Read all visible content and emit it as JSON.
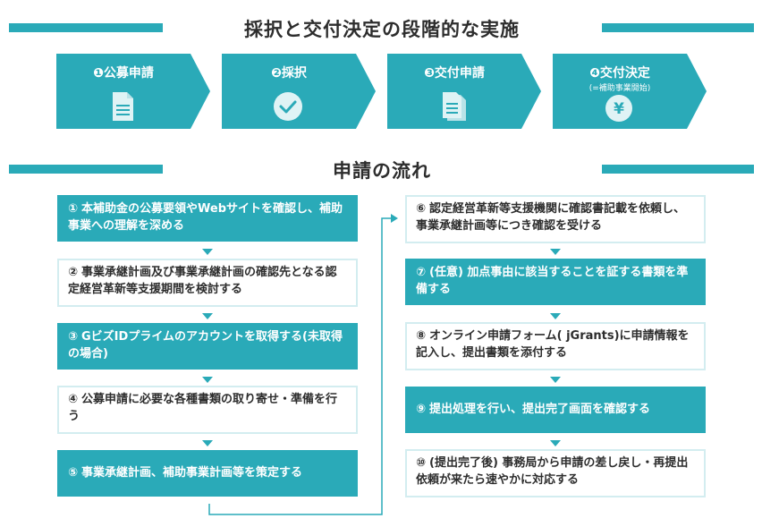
{
  "section1": {
    "title": "採択と交付決定の段階的な実施"
  },
  "steps": [
    {
      "label": "❶公募申請",
      "sub": "",
      "icon": "document-icon"
    },
    {
      "label": "❷採択",
      "sub": "",
      "icon": "check-circle-icon"
    },
    {
      "label": "❸交付申請",
      "sub": "",
      "icon": "documents-stack-icon"
    },
    {
      "label": "❹交付決定",
      "sub": "(=補助事業開始)",
      "icon": "yen-coin-icon"
    }
  ],
  "section2": {
    "title": "申請の流れ"
  },
  "flow_left": [
    {
      "num": "①",
      "text": "本補助金の公募要領やWebサイトを確認し、補助事業への理解を深める",
      "style": "filled"
    },
    {
      "num": "②",
      "text": "事業承継計画及び事業承継計画の確認先となる認定経営革新等支援期間を検討する",
      "style": "outline"
    },
    {
      "num": "③",
      "text": "GビズIDプライムのアカウントを取得する(未取得の場合)",
      "style": "filled"
    },
    {
      "num": "④",
      "text": "公募申請に必要な各種書類の取り寄せ・準備を行う",
      "style": "outline"
    },
    {
      "num": "⑤",
      "text": "事業承継計画、補助事業計画等を策定する",
      "style": "filled"
    }
  ],
  "flow_right": [
    {
      "num": "⑥",
      "text": "認定経営革新等支援機関に確認書記載を依頼し、事業承継計画等につき確認を受ける",
      "style": "outline"
    },
    {
      "num": "⑦",
      "text": "(任意) 加点事由に該当することを証する書類を準備する",
      "style": "filled"
    },
    {
      "num": "⑧",
      "text": "オンライン申請フォーム( jGrants)に申請情報を記入し、提出書類を添付する",
      "style": "outline"
    },
    {
      "num": "⑨",
      "text": "提出処理を行い、提出完了画面を確認する",
      "style": "filled"
    },
    {
      "num": "⑩",
      "text": "(提出完了後) 事務局から申請の差し戻し・再提出依頼が来たら速やかに対応する",
      "style": "outline"
    }
  ],
  "colors": {
    "accent": "#2aaab8",
    "light": "#d3edf0"
  }
}
